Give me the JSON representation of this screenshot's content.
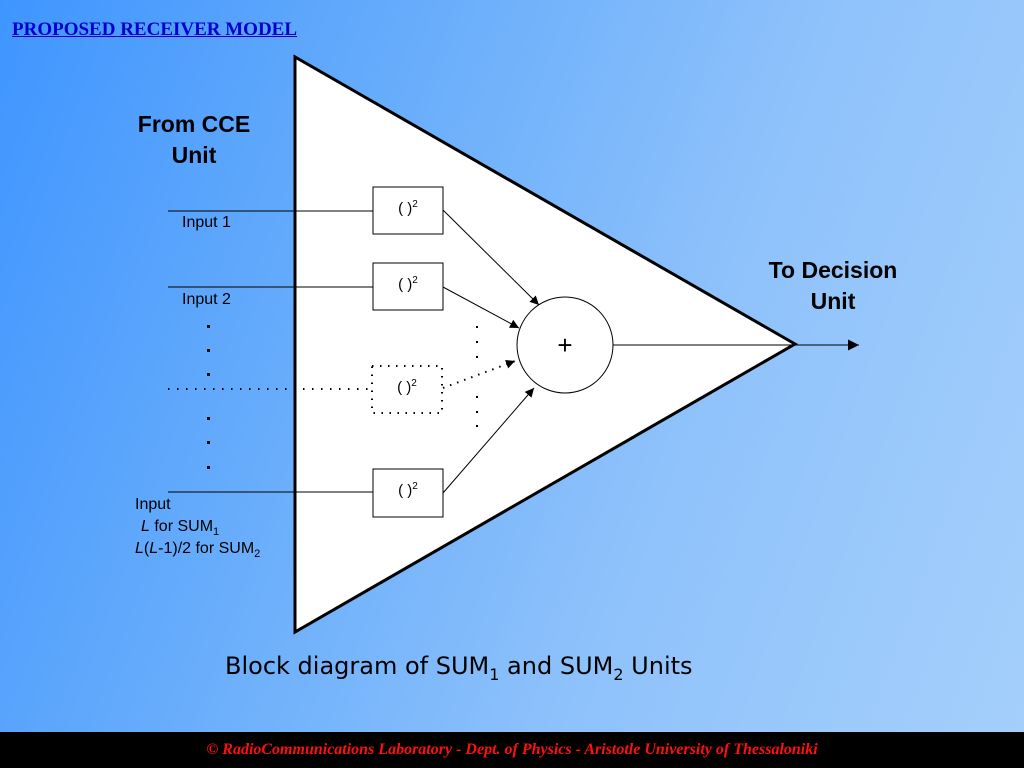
{
  "title": "PROPOSED RECEIVER MODEL",
  "labels": {
    "from_cce_line1": "From CCE",
    "from_cce_line2": "Unit",
    "to_decision_line1": "To Decision",
    "to_decision_line2": "Unit",
    "input1": "Input 1",
    "input2": "Input 2",
    "input_last": "Input",
    "input_L": "L",
    "for_sum1": " for SUM",
    "sub1": "1",
    "input_LL_a": "L",
    "input_LL_b": "(",
    "input_LL_c": "L",
    "input_LL_d": "-1)/2 for SUM",
    "sub2": "2"
  },
  "squarer": {
    "text": "( )",
    "power": "2"
  },
  "adder": {
    "symbol": "+"
  },
  "caption": {
    "part1": "Block diagram of SUM",
    "sub1": "1",
    "part2": " and SUM",
    "sub2": "2",
    "part3": " Units"
  },
  "footer": "© RadioCommunications Laboratory - Dept. of Physics - Aristotle University of Thessaloniki",
  "colors": {
    "title": "#0000cc",
    "footer_text": "#ff1010",
    "footer_bg": "#000000"
  }
}
